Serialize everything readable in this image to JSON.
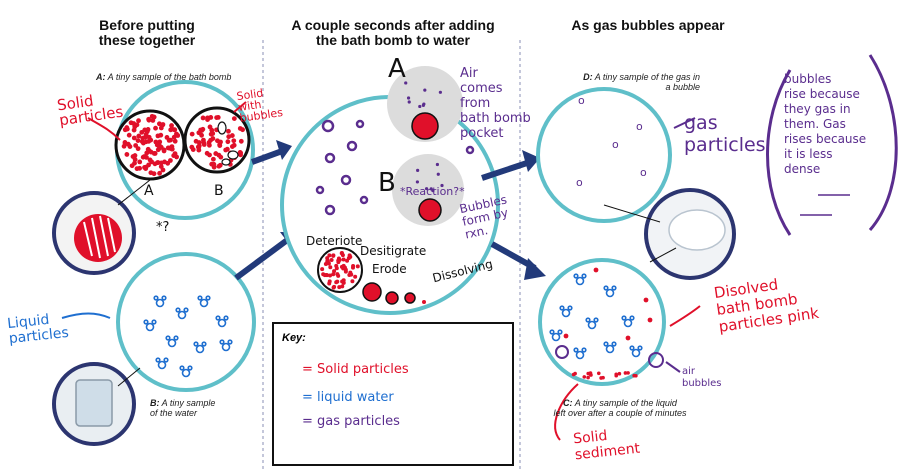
{
  "headers": {
    "col1": "Before putting\nthese together",
    "col2": "A couple seconds after adding\nthe bath bomb to water",
    "col3": "As gas bubbles appear"
  },
  "captions": {
    "a_prefix": "A:",
    "a_text": "A tiny sample of the bath bomb",
    "b_prefix": "B:",
    "b_text": "A tiny sample\nof the water",
    "c_prefix": "C:",
    "c_text": "A tiny sample of the liquid\nleft over after a couple of minutes",
    "d_prefix": "D:",
    "d_text": "A tiny sample of the gas in\na bubble"
  },
  "handwritten": {
    "solid_particles": "Solid\nparticles",
    "solid_with_bubbles": "Solid\nwith\nbubbles",
    "label_a_small": "A",
    "label_b_small": "B",
    "asterisk": "*?",
    "liquid_particles": "Liquid\nparticles",
    "big_a": "A",
    "big_b": "B",
    "air_comes_from": "Air\ncomes\nfrom\nbath bomb\npocket",
    "reaction": "*Reaction?*",
    "bubbles_form": "Bubbles\nform by\nrxn.",
    "deteriorate": "Deteriote",
    "disintegrate": "Desitigrate",
    "erode": "Erode",
    "dissolving": "Dissolving",
    "gas_particles": "gas\nparticles",
    "bubbles_rise": "bubbles\nrise because\nthey gas in\nthem. Gas\nrises because\nit is less\ndense",
    "dissolved": "Disolved\nbath bomb\nparticles pink",
    "air_bubbles": "air\nbubbles",
    "solid_sediment": "Solid\nsediment"
  },
  "key": {
    "title": "Key:",
    "solid": "= Solid particles",
    "liquid": "= liquid water",
    "gas": "= gas particles"
  },
  "colors": {
    "solid": "#e0102a",
    "liquid": "#1f6fd0",
    "gas": "#5a2d8e",
    "circle": "#5fbfc9",
    "arrow": "#223a7a"
  }
}
